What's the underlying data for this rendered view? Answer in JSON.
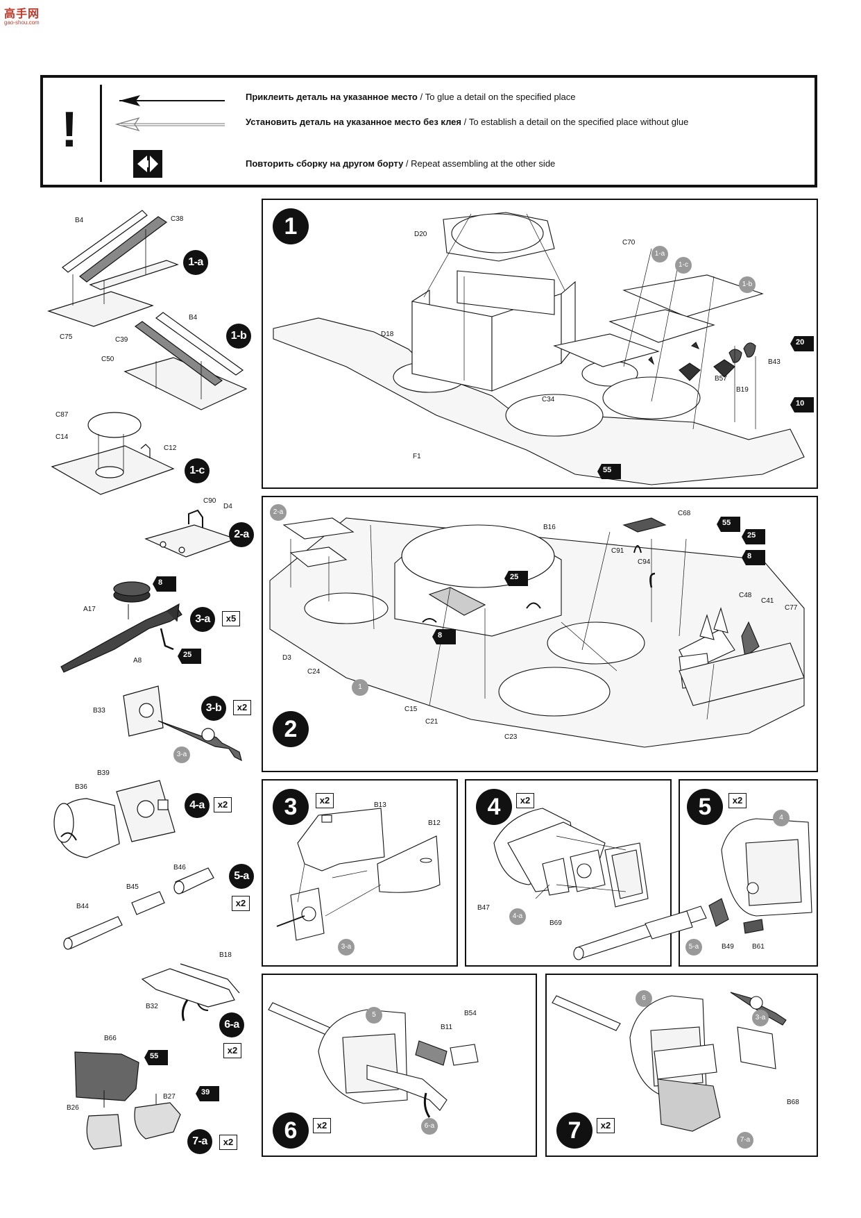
{
  "logo": {
    "big": "高手网",
    "small": "gao-shou.com"
  },
  "legend": {
    "exclamation": "!",
    "row1_ru": "Приклеить деталь на указанное место",
    "row1_sep": " / ",
    "row1_en": "To glue a detail on the specified place",
    "row2_ru": "Установить деталь на указанное место без клея",
    "row2_sep": " / ",
    "row2_en": "To establish a detail on the specified place without glue",
    "row3_ru": "Повторить сборку на другом борту",
    "row3_sep": "  /  ",
    "row3_en": "Repeat assembling at the other side"
  },
  "steps": {
    "s1": "1",
    "s2": "2",
    "s3": "3",
    "s4": "4",
    "s5": "5",
    "s6": "6",
    "s7": "7"
  },
  "multipliers": {
    "m3a": "x5",
    "m3b": "x2",
    "m4a": "x2",
    "m5a": "x2",
    "m6a": "x2",
    "m7a": "x2",
    "s3": "x2",
    "s4": "x2",
    "s5": "x2",
    "s6": "x2",
    "s7": "x2"
  },
  "subassemblies": {
    "a1a": "1-a",
    "a1b": "1-b",
    "a1c": "1-c",
    "a2a": "2-a",
    "a3a": "3-a",
    "a3b": "3-b",
    "a4a": "4-a",
    "a5a": "5-a",
    "a6a": "6-a",
    "a7a": "7-a"
  },
  "refs": {
    "r1a": "1-a",
    "r1c": "1-c",
    "r1b": "1-b",
    "r2a": "2-a",
    "r1": "1",
    "r3a_b": "3-a",
    "r3a_s3": "3-a",
    "r4a": "4-a",
    "r4": "4",
    "r5a": "5-a",
    "r5": "5",
    "r6a": "6-a",
    "r6": "6",
    "r3a_s7": "3-a",
    "r7a": "7-a"
  },
  "paint": {
    "p20": "20",
    "p10": "10",
    "p55_1": "55",
    "p55_2": "55",
    "p25_2a": "25",
    "p8_2a": "8",
    "p25_2b": "25",
    "p8_2b": "8",
    "p8_3a": "8",
    "p25_3a": "25",
    "p55_7a": "55",
    "p39_7a": "39"
  },
  "parts": {
    "B4_1a": "B4",
    "C38": "C38",
    "C75": "C75",
    "B4_1b": "B4",
    "C39": "C39",
    "C50": "C50",
    "C87": "C87",
    "C14": "C14",
    "C12": "C12",
    "C90": "C90",
    "D4": "D4",
    "A17": "A17",
    "A8": "A8",
    "B33": "B33",
    "B39": "B39",
    "B36": "B36",
    "B46": "B46",
    "B45": "B45",
    "B44": "B44",
    "B18": "B18",
    "B32": "B32",
    "B66": "B66",
    "B27": "B27",
    "B26": "B26",
    "D20": "D20",
    "C70": "C70",
    "D18": "D18",
    "C34": "C34",
    "F1": "F1",
    "B57": "B57",
    "B19": "B19",
    "B43": "B43",
    "B16": "B16",
    "C68": "C68",
    "C91": "C91",
    "C94": "C94",
    "C48": "C48",
    "C41": "C41",
    "C77": "C77",
    "D3": "D3",
    "C24": "C24",
    "C15": "C15",
    "C21": "C21",
    "C23": "C23",
    "B13": "B13",
    "B12": "B12",
    "B47": "B47",
    "B69": "B69",
    "B49": "B49",
    "B61": "B61",
    "B54": "B54",
    "B11": "B11",
    "B68": "B68"
  }
}
